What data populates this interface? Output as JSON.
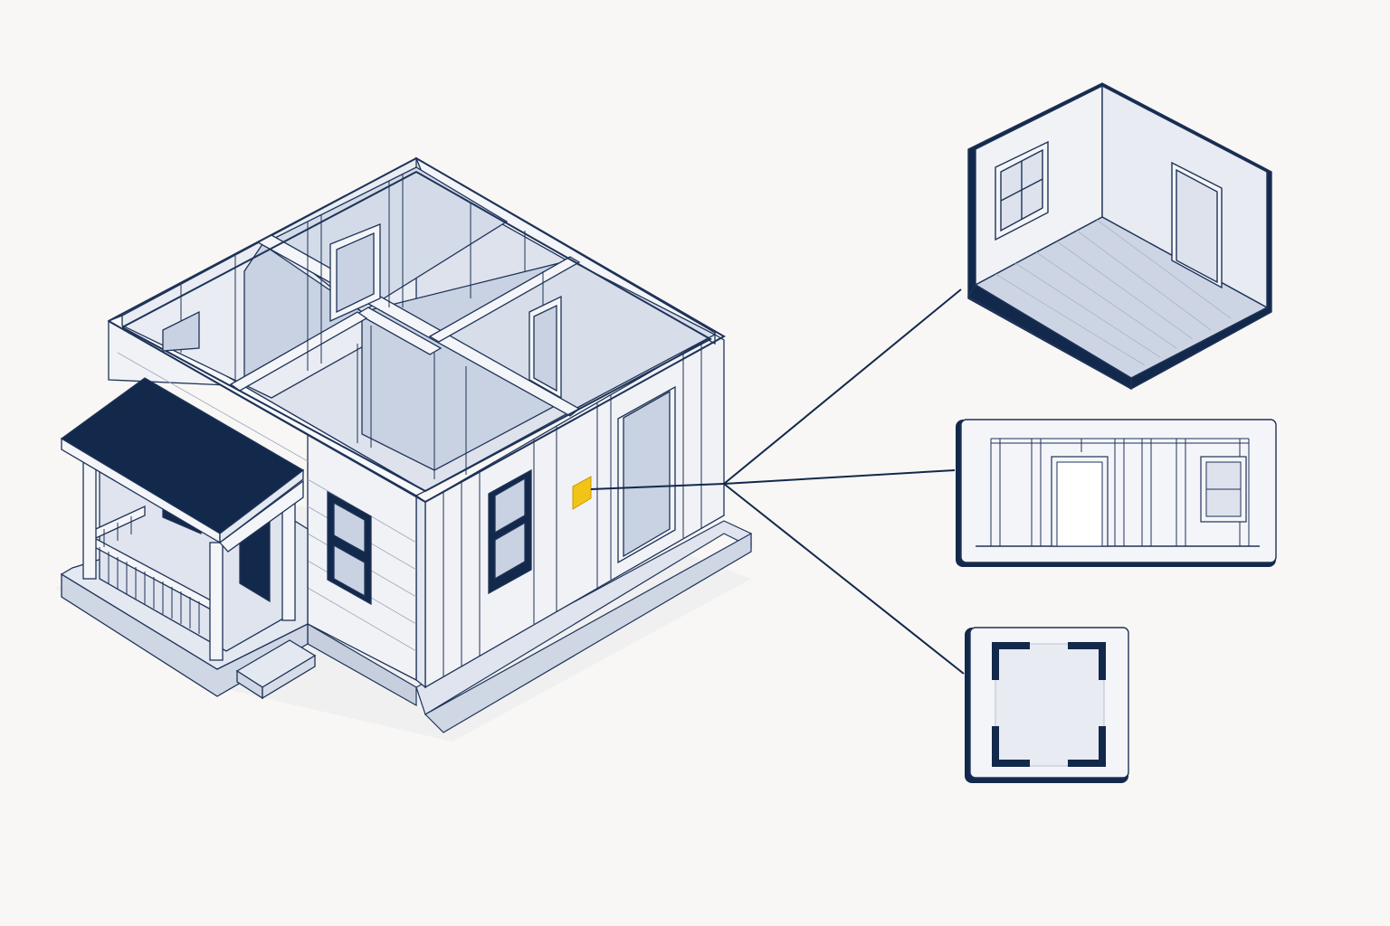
{
  "diagram": {
    "subject": "house-framing-exploded-view",
    "callout_targets": [
      "room-isometric-detail",
      "wall-elevation-detail",
      "floor-plan-detail"
    ],
    "marker": {
      "icon": "highlight-square-marker"
    }
  },
  "colors": {
    "background": "#f8f7f5",
    "navy": "#13294b",
    "outline": "#1e3358",
    "wall_white": "#f4f5f8",
    "wall_side": "#e9ebf1",
    "interior_blue": "#c9d2e2",
    "interior_light": "#dde2ec",
    "foundation": "#cfd6e4",
    "highlight_yellow": "#f2c418"
  }
}
